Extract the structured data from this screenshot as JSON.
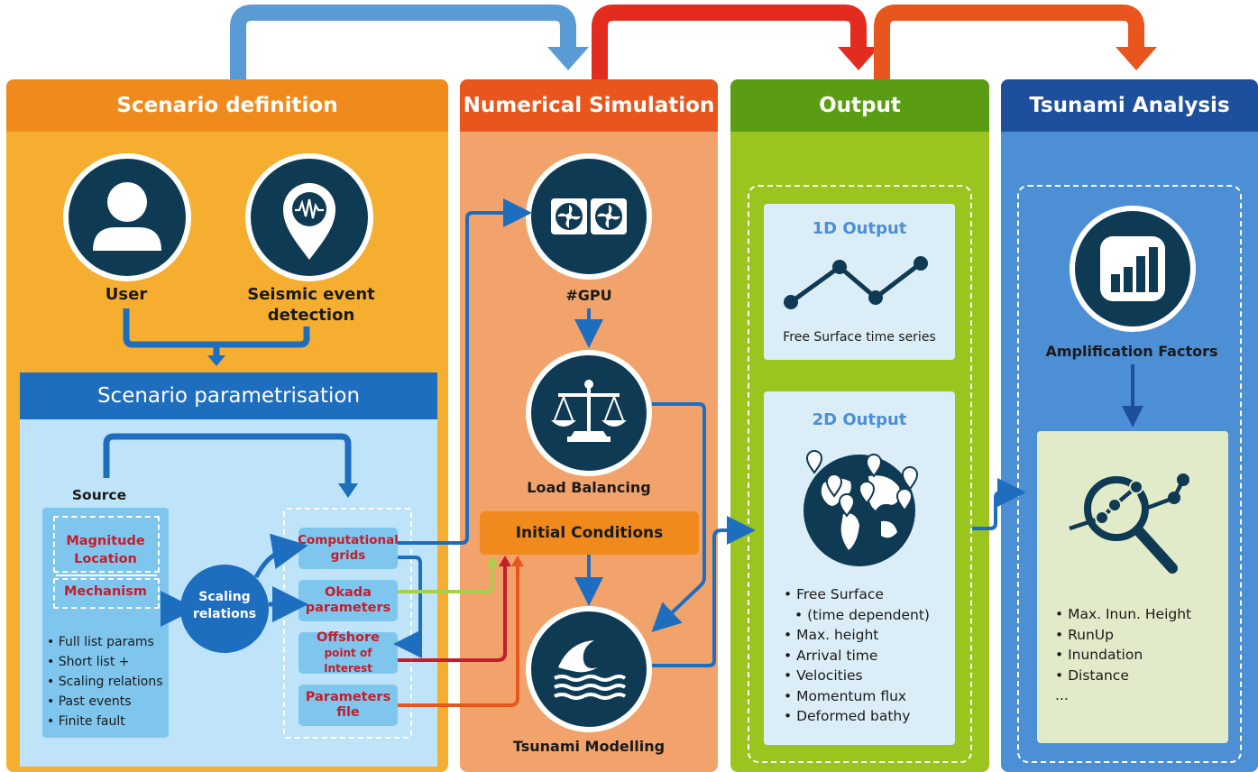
{
  "panels": {
    "scenario": {
      "title": "Scenario definition"
    },
    "numerical": {
      "title": "Numerical Simulation"
    },
    "output": {
      "title": "Output"
    },
    "analysis": {
      "title": "Tsunami Analysis"
    }
  },
  "scenario": {
    "user_label": "User",
    "seismic_label_line1": "Seismic event",
    "seismic_label_line2": "detection",
    "param_header": "Scenario parametrisation",
    "source_label": "Source",
    "source_fields": [
      "Magnitude",
      "Location",
      "Mechanism"
    ],
    "source_bullets": [
      "Full list params",
      "Short list +",
      "Scaling relations",
      "Past events",
      "Finite fault"
    ],
    "scaling_line1": "Scaling",
    "scaling_line2": "relations",
    "outputs": [
      {
        "line1": "Computational",
        "line2": "grids"
      },
      {
        "line1": "Okada",
        "line2": "parameters"
      },
      {
        "line1": "Offshore",
        "line2": "point of Interest"
      },
      {
        "line1": "Parameters",
        "line2": "file"
      }
    ]
  },
  "numerical": {
    "gpu_label": "#GPU",
    "load_label": "Load Balancing",
    "initial_conditions": "Initial Conditions",
    "tsunami_label": "Tsunami Modelling"
  },
  "output": {
    "one_d_title": "1D Output",
    "one_d_caption": "Free Surface time series",
    "two_d_title": "2D Output",
    "two_d_bullets": [
      "Free Surface",
      "(time dependent)",
      "Max. height",
      "Arrival time",
      "Velocities",
      "Momentum flux",
      "Deformed bathy"
    ]
  },
  "analysis": {
    "amp_label": "Amplification Factors",
    "bullets": [
      "Max. Inun. Height",
      "RunUp",
      "Inundation",
      "Distance"
    ],
    "ellipsis": "..."
  },
  "icons": [
    "user-icon",
    "seismic-pin-icon",
    "gpu-fans-icon",
    "scales-icon",
    "wave-icon",
    "line-chart-icon",
    "globe-pins-icon",
    "bar-chart-icon",
    "magnifier-chart-icon"
  ],
  "colors": {
    "scenario_head": "#f08a1c",
    "scenario_body": "#f6ae31",
    "numerical_head": "#e8561d",
    "numerical_body": "#f2a36b",
    "output_head": "#5a9c13",
    "output_body": "#9ac41e",
    "analysis_head": "#1e4f9c",
    "analysis_body": "#4d8fd4",
    "icon_dark": "#0f3a54",
    "arrow_blue": "#2f78c2",
    "arrow_red": "#e42b1f"
  }
}
